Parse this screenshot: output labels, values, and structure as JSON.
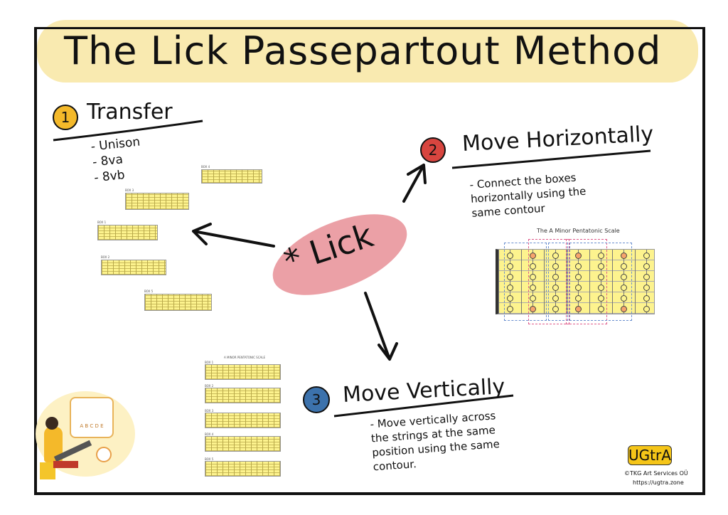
{
  "title": "The Lick Passepartout Method",
  "center": {
    "label": "* Lick",
    "color": "#e88f96"
  },
  "step1": {
    "number": "1",
    "heading": "Transfer",
    "items": [
      "- Unison",
      "- 8va",
      "- 8vb"
    ],
    "color": "#f4b92a"
  },
  "step2": {
    "number": "2",
    "heading": "Move Horizontally",
    "note": "- Connect the boxes horizontally using the same contour",
    "color": "#d8453f"
  },
  "step3": {
    "number": "3",
    "heading": "Move Vertically",
    "note": "- Move vertically across the strings at the same position using the same contour.",
    "color": "#3c72ac"
  },
  "left_boxes": [
    "BOX 4",
    "BOX 3",
    "BOX 1",
    "BOX 2",
    "BOX 5"
  ],
  "vertical_chart": {
    "title": "A MINOR PENTATONIC SCALE",
    "boxes": [
      "BOX 1",
      "BOX 2",
      "BOX 3",
      "BOX 4",
      "BOX 5"
    ]
  },
  "horizontal_chart": {
    "title": "The A Minor Pentatonic Scale"
  },
  "illustration": {
    "letters": "A B C D E"
  },
  "logo": {
    "text": "UGtrA",
    "color": "#f5c518"
  },
  "footer": {
    "copyright": "©TKG Art Services OÜ",
    "url": "https://ugtra.zone"
  }
}
